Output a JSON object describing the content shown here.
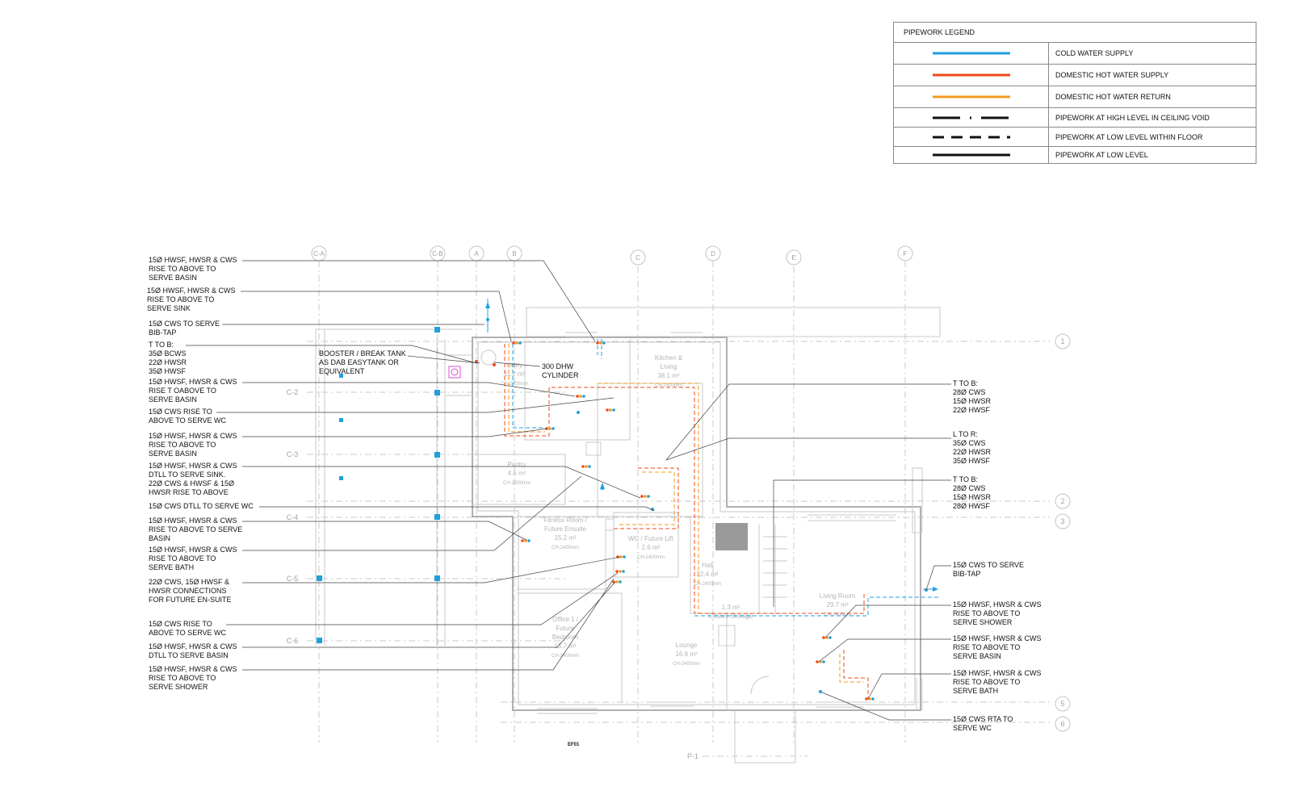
{
  "legend": {
    "title": "PIPEWORK LEGEND",
    "items": [
      {
        "label": "COLD WATER SUPPLY",
        "color": "#1ea0dc",
        "style": "solid"
      },
      {
        "label": "DOMESTIC HOT WATER SUPPLY",
        "color": "#ee4a1a",
        "style": "solid"
      },
      {
        "label": "DOMESTIC HOT WATER RETURN",
        "color": "#f39a1e",
        "style": "solid"
      },
      {
        "label": "PIPEWORK AT HIGH LEVEL IN CEILING VOID",
        "color": "#111111",
        "style": "dash-dot"
      },
      {
        "label": "PIPEWORK AT LOW LEVEL WITHIN FLOOR",
        "color": "#111111",
        "style": "dashed"
      },
      {
        "label": "PIPEWORK AT LOW LEVEL",
        "color": "#111111",
        "style": "solid"
      }
    ]
  },
  "grid_labels": {
    "columns": [
      "C-A",
      "C-B",
      "A",
      "B",
      "C",
      "D",
      "E",
      "F"
    ],
    "rows": [
      "1",
      "2",
      "3",
      "5",
      "6"
    ],
    "left_rows": [
      "C-2",
      "C-3",
      "C-4",
      "C-5",
      "C-6"
    ],
    "bottom": [
      "P-1"
    ]
  },
  "rooms": [
    {
      "name": "Utility",
      "area": "11.2 m²",
      "ch": "CH-2400mm"
    },
    {
      "name": "Kitchen &",
      "name2": "Living",
      "area": "38.1 m²",
      "ch": "CH-2400mm"
    },
    {
      "name": "Pantry",
      "area": "4.6 m²",
      "ch": "CH-2300mm"
    },
    {
      "name": "Fitness Room /",
      "name2": "Future Ensuite",
      "area": "15.2 m²",
      "ch": "CH-2400mm"
    },
    {
      "name": "WC / Future Lift",
      "area": "2.6 m²",
      "ch": "CH-2400mm"
    },
    {
      "name": "Hall",
      "area": "22.4 m²",
      "ch": "CH-2400mm"
    },
    {
      "name": "Office 1 /",
      "name2": "Future",
      "name3": "Bedroom",
      "area": "15.7 m²",
      "ch": "CH-2400mm"
    },
    {
      "name": "Lounge",
      "area": "16.9 m²",
      "ch": "CH-2400mm"
    },
    {
      "name": "Living Room",
      "area": "29.7 m²",
      "ch": "CH-2400mm"
    },
    {
      "name": "1.3 m²",
      "area": "Cloaks Storage",
      "ch": ""
    }
  ],
  "drawing_ref": "EF01",
  "left_notes": [
    {
      "lines": [
        "15Ø HWSF, HWSR & CWS",
        "RISE TO ABOVE TO",
        "SERVE BASIN"
      ]
    },
    {
      "lines": [
        "15Ø HWSF, HWSR & CWS",
        "RISE TO ABOVE TO",
        "SERVE SINK"
      ]
    },
    {
      "lines": [
        "15Ø CWS TO SERVE",
        "BIB-TAP"
      ]
    },
    {
      "lines": [
        "T TO B:",
        "35Ø BCWS",
        "22Ø HWSR",
        "35Ø HWSF"
      ]
    },
    {
      "lines": [
        "15Ø HWSF, HWSR & CWS",
        "RISE T OABOVE TO",
        "SERVE BASIN"
      ]
    },
    {
      "lines": [
        "15Ø CWS RISE TO",
        "ABOVE TO SERVE WC"
      ]
    },
    {
      "lines": [
        "15Ø HWSF, HWSR & CWS",
        "RISE TO ABOVE TO",
        "SERVE BASIN"
      ]
    },
    {
      "lines": [
        "15Ø HWSF, HWSR & CWS",
        "DTLL TO SERVE SINK.",
        "22Ø CWS & HWSF & 15Ø",
        "HWSR RISE TO ABOVE"
      ]
    },
    {
      "lines": [
        "15Ø CWS DTLL TO SERVE WC"
      ]
    },
    {
      "lines": [
        "15Ø HWSF, HWSR & CWS",
        "RISE TO ABOVE TO SERVE",
        "BASIN"
      ]
    },
    {
      "lines": [
        "15Ø HWSF, HWSR & CWS",
        "RISE TO ABOVE TO",
        "SERVE BATH"
      ]
    },
    {
      "lines": [
        "22Ø CWS, 15Ø HWSF &",
        "HWSR CONNECTIONS",
        "FOR FUTURE EN-SUITE"
      ]
    },
    {
      "lines": [
        "15Ø CWS RISE TO",
        "ABOVE TO SERVE WC"
      ]
    },
    {
      "lines": [
        "15Ø HWSF, HWSR & CWS",
        "DTLL TO SERVE BASIN"
      ]
    },
    {
      "lines": [
        "15Ø HWSF, HWSR & CWS",
        "RISE TO ABOVE TO",
        "SERVE SHOWER"
      ]
    }
  ],
  "mid_notes": [
    {
      "lines": [
        "BOOSTER / BREAK TANK",
        "AS DAB EASYTANK OR",
        "EQUIVALENT"
      ]
    },
    {
      "lines": [
        "300 DHW",
        "CYLINDER"
      ]
    }
  ],
  "right_notes": [
    {
      "lines": [
        "T TO B:",
        "28Ø CWS",
        "15Ø HWSR",
        "22Ø HWSF"
      ]
    },
    {
      "lines": [
        "L TO R:",
        "35Ø CWS",
        "22Ø HWSR",
        "35Ø HWSF"
      ]
    },
    {
      "lines": [
        "T TO B:",
        "28Ø CWS",
        "15Ø HWSR",
        "28Ø HWSF"
      ]
    },
    {
      "lines": [
        "15Ø CWS TO SERVE",
        "BIB-TAP"
      ]
    },
    {
      "lines": [
        "15Ø HWSF, HWSR & CWS",
        "RISE TO ABOVE TO",
        "SERVE SHOWER"
      ]
    },
    {
      "lines": [
        "15Ø HWSF, HWSR & CWS",
        "RISE TO ABOVE TO",
        "SERVE BASIN"
      ]
    },
    {
      "lines": [
        "15Ø HWSF, HWSR & CWS",
        "RISE TO ABOVE TO",
        "SERVE BATH"
      ]
    },
    {
      "lines": [
        "15Ø CWS  RTA TO",
        "SERVE WC"
      ]
    }
  ]
}
